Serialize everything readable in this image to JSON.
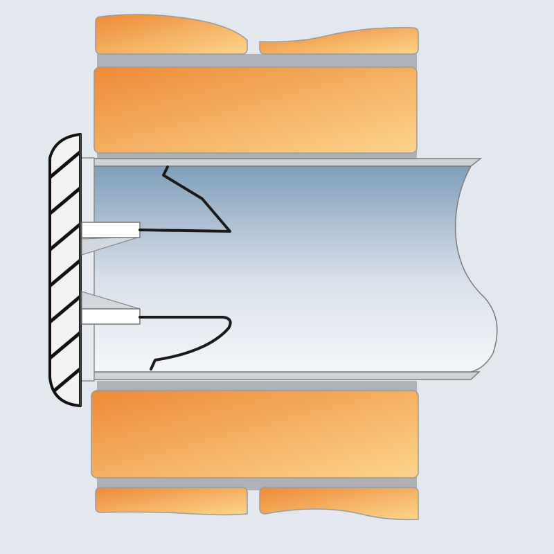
{
  "colors": {
    "background": "#e3e8ee",
    "brick_light": "#fbd58c",
    "brick_dark": "#ee8a37",
    "mortar": "#aeb2b8",
    "pipe_top": "#7f9fba",
    "pipe_bottom": "#f4f6f9",
    "pipe_wall": "#cfd3d8",
    "outline": "#7a7a7a",
    "grille_fill": "#f2f2f2",
    "spring_wire": "#1a1a1a"
  },
  "diagram": {
    "bricks": [
      "brick-course-top",
      "brick-course-upper",
      "brick-course-lower",
      "brick-course-bottom"
    ],
    "components": [
      "wall-vent-pipe",
      "louvre-grille-cover",
      "spring-clip-upper",
      "spring-clip-lower"
    ]
  }
}
